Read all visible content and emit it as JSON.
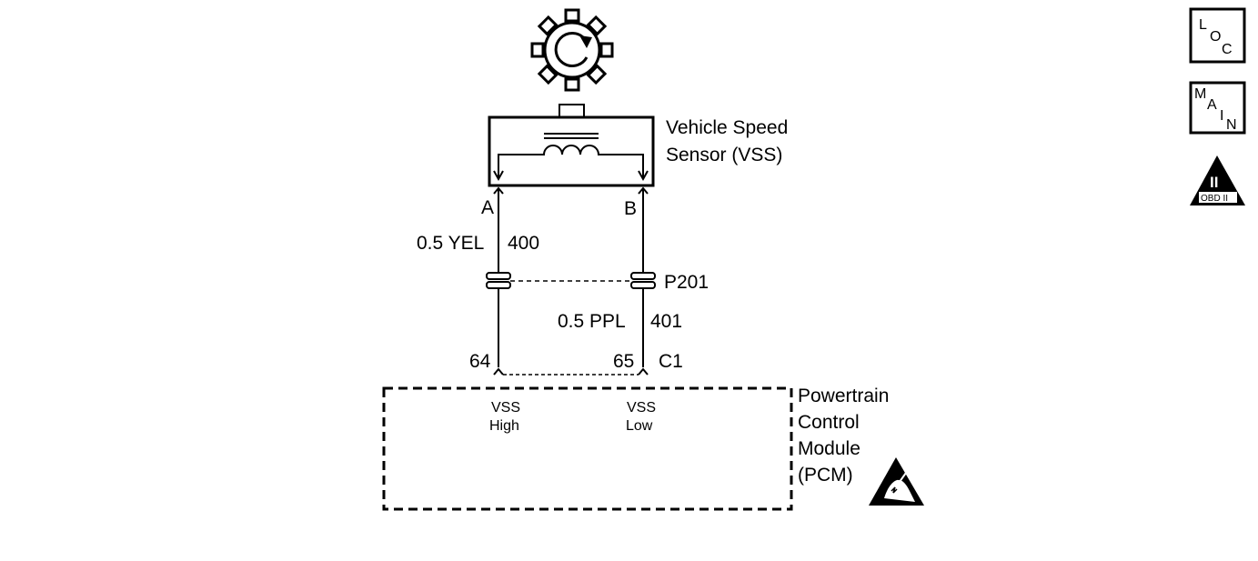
{
  "component": {
    "vss_name_line1": "Vehicle Speed",
    "vss_name_line2": "Sensor (VSS)",
    "vss_pin_a": "A",
    "vss_pin_b": "B"
  },
  "wires": {
    "wire_a_gauge_color": "0.5 YEL",
    "wire_a_circuit": "400",
    "wire_b_gauge_color": "0.5 PPL",
    "wire_b_circuit": "401"
  },
  "connector": {
    "inline_id": "P201",
    "pcm_connector": "C1",
    "pcm_pin_high": "64",
    "pcm_pin_low": "65"
  },
  "pcm": {
    "name_line1": "Powertrain",
    "name_line2": "Control",
    "name_line3": "Module",
    "name_line4": "(PCM)",
    "terminal_high_line1": "VSS",
    "terminal_high_line2": "High",
    "terminal_low_line1": "VSS",
    "terminal_low_line2": "Low"
  },
  "nav": {
    "loc_letters": [
      "L",
      "O",
      "C"
    ],
    "main_letters": [
      "M",
      "A",
      "I",
      "N"
    ],
    "obd_numeral": "II",
    "obd_label": "OBD II"
  },
  "icons": {
    "reluctor": "reluctor-wheel-icon",
    "esd": "esd-sensitive-icon",
    "obd": "obd-ii-icon"
  }
}
